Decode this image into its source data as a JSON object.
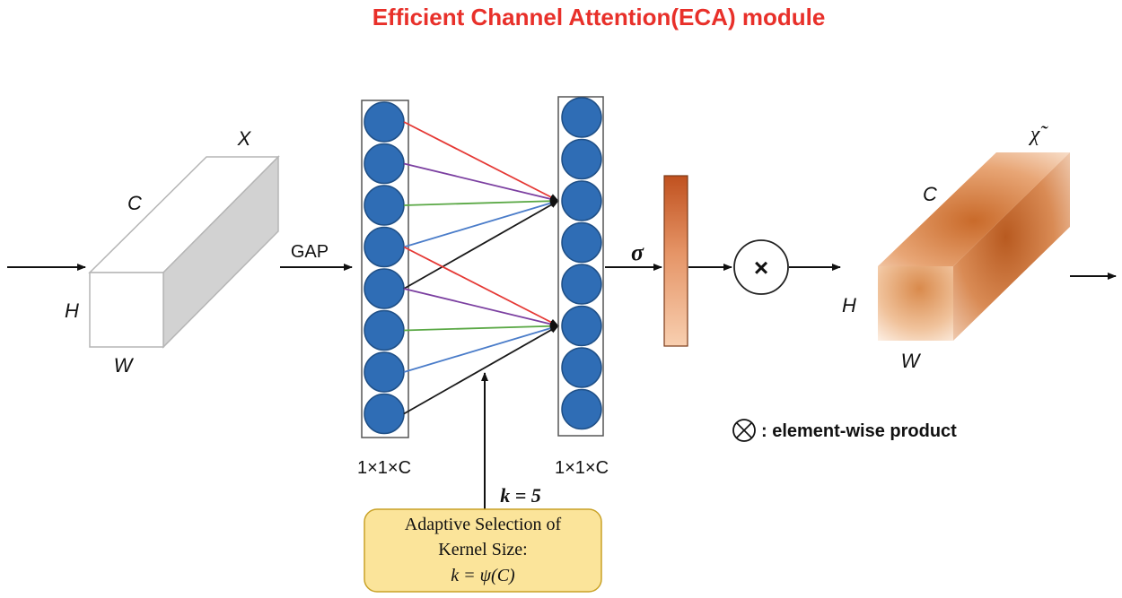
{
  "title": "Efficient Channel Attention(ECA) module",
  "input_tensor": {
    "name": "X",
    "dim_c": "C",
    "dim_h": "H",
    "dim_w": "W"
  },
  "gap_label": "GAP",
  "left_vector": {
    "label": "1×1×C",
    "cells": 8
  },
  "right_vector": {
    "label": "1×1×C",
    "cells": 8
  },
  "kernel": {
    "label": "k = 5"
  },
  "adaptive_box": {
    "line1": "Adaptive Selection of",
    "line2": "Kernel Size:",
    "line3": "k = ψ(C)"
  },
  "sigmoid_label": "σ",
  "multiply_symbol": "×",
  "output_tensor": {
    "name": "χ̃",
    "dim_c": "C",
    "dim_h": "H",
    "dim_w": "W"
  },
  "legend": {
    "symbol": "⊗",
    "text": ": element-wise product"
  },
  "colors": {
    "title": "#e8302a",
    "node_fill": "#2f6db5",
    "node_stroke": "#1f4f86",
    "edge_colors": [
      "#e53935",
      "#7b3fa0",
      "#5aa845",
      "#4a7cc9",
      "#1a1a1a"
    ],
    "attention_top": "#c0511f",
    "attention_bottom": "#f6c5a3",
    "box_fill": "#fbe49a",
    "box_stroke": "#c9a227"
  }
}
